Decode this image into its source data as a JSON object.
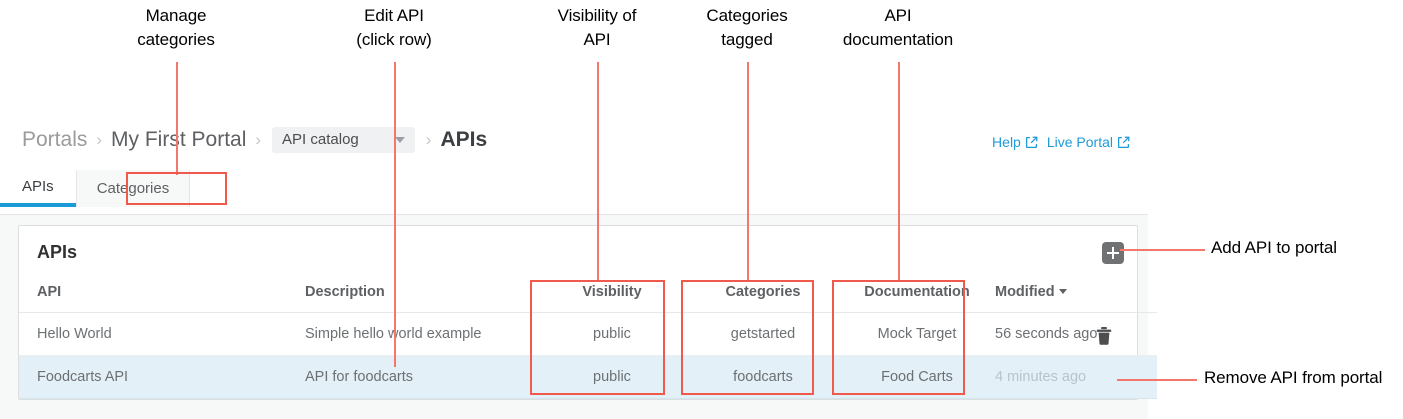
{
  "annotations": {
    "callouts": [
      {
        "name": "manage-categories",
        "text": "Manage\ncategories"
      },
      {
        "name": "edit-api",
        "text": "Edit API\n(click row)"
      },
      {
        "name": "visibility-of-api",
        "text": "Visibility of\nAPI"
      },
      {
        "name": "categories-tagged",
        "text": "Categories\ntagged"
      },
      {
        "name": "api-documentation",
        "text": "API\ndocumentation"
      },
      {
        "name": "add-api-to-portal",
        "text": "Add API to portal"
      },
      {
        "name": "remove-api-from-portal",
        "text": "Remove API from portal"
      }
    ],
    "line_color": "#f4776c",
    "box_color": "#ef5a4c"
  },
  "breadcrumb": {
    "portals": "Portals",
    "portal_name": "My First Portal",
    "catalog_select": "API catalog",
    "current": "APIs",
    "separator": "›"
  },
  "toplinks": {
    "help": "Help",
    "live_portal": "Live Portal",
    "color": "#1d9bd9"
  },
  "tabs": [
    {
      "label": "APIs",
      "active": true
    },
    {
      "label": "Categories",
      "active": false
    }
  ],
  "card": {
    "title": "APIs",
    "add_button_label": "+"
  },
  "table": {
    "columns": [
      "API",
      "Description",
      "Visibility",
      "Categories",
      "Documentation",
      "Modified"
    ],
    "sort_column": "Modified",
    "rows": [
      {
        "api": "Hello World",
        "description": "Simple hello world example",
        "visibility": "public",
        "categories": "getstarted",
        "documentation": "Mock Target",
        "modified": "56 seconds ago",
        "selected": false
      },
      {
        "api": "Foodcarts API",
        "description": "API for foodcarts",
        "visibility": "public",
        "categories": "foodcarts",
        "documentation": "Food Carts",
        "modified": "4 minutes ago",
        "selected": true
      }
    ]
  },
  "colors": {
    "accent": "#1a9ad6",
    "selected_row": "#e3f0f7",
    "page_bg": "#f7f8f8"
  }
}
